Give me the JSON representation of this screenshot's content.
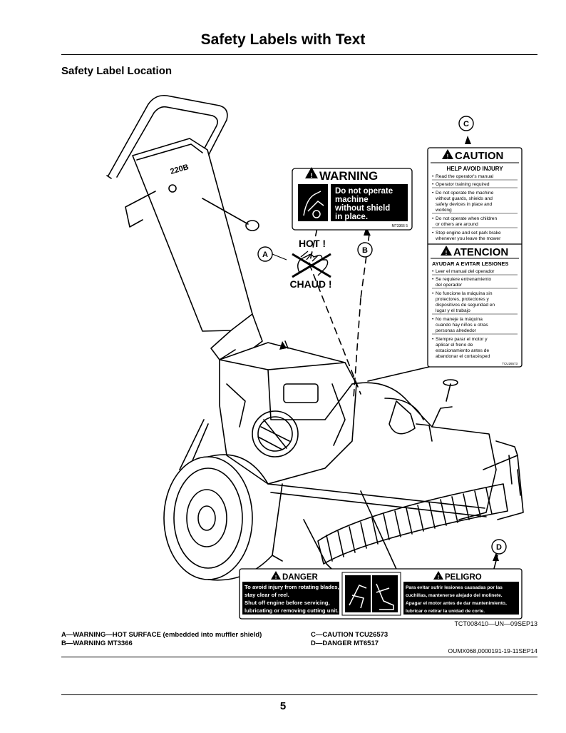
{
  "page": {
    "title": "Safety Labels with Text",
    "section_title": "Safety Label Location",
    "figure_id": "TCT008410—UN—09SEP13",
    "doc_id": "OUMX068,0000191-19-11SEP14",
    "page_number": "5"
  },
  "legend": {
    "a": "A—WARNING—HOT SURFACE (embedded into muffler shield)",
    "b": "B—WARNING MT3366",
    "c": "C—CAUTION TCU26573",
    "d": "D—DANGER MT6517"
  },
  "callouts": {
    "a": "A",
    "b": "B",
    "c": "C",
    "d": "D"
  },
  "hot_label": {
    "line1": "HOT !",
    "line2": "CHAUD !"
  },
  "mower_badge": "220B",
  "warning_label": {
    "heading": "WARNING",
    "lines": [
      "Do not operate",
      "machine",
      "without shield",
      "in place."
    ],
    "code": "MT3366  5"
  },
  "caution_label": {
    "heading": "CAUTION",
    "sub": "HELP AVOID INJURY",
    "items": [
      [
        "Read the operator's manual"
      ],
      [
        "Operator training required"
      ],
      [
        "Do not operate the machine",
        "without guards, shields and",
        "safety devices in place and",
        "working"
      ],
      [
        "Do not operate when children",
        "or others are around"
      ],
      [
        "Stop engine and set park brake",
        "whenever you leave the mower"
      ]
    ],
    "heading_es": "ATENCION",
    "sub_es": "AYUDAR A EVITAR LESIONES",
    "items_es": [
      [
        "Leer el manual del operador"
      ],
      [
        "Se requiere entrenamiento",
        "del operador"
      ],
      [
        "No funcione la máquina sin",
        "protectores, protectores y",
        "dispositivos de seguridad en",
        "lugar y el trabajo"
      ],
      [
        "No maneje la máquina",
        "cuando hay niños u otras",
        "personas alrededor"
      ],
      [
        "Siempre parar el motor y",
        "aplicar el freno de",
        "estacionamiento antes de",
        "abandonar el cortacésped"
      ]
    ],
    "code": "TCU26573"
  },
  "danger_label": {
    "heading": "DANGER",
    "heading_es": "PELIGRO",
    "lines_en": [
      "To avoid injury from rotating blades,",
      "stay clear of reel.",
      "Shut off engine before servicing,",
      "lubricating or removing cutting unit."
    ],
    "lines_es": [
      "Para evitar sufrir lesiones causadas por las",
      "cuchillas, mantenerse alejado del molinete.",
      "Apagar el motor antes de dar mantenimiento,",
      "lubricar o retirar la unidad de corte."
    ],
    "code": "MT6517"
  }
}
